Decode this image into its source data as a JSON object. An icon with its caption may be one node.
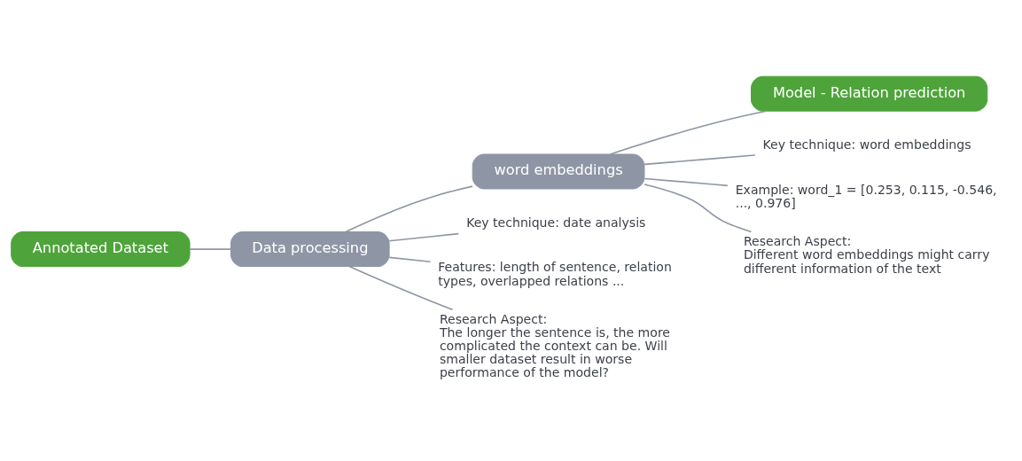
{
  "diagram": {
    "nodes": [
      {
        "text": [
          "Annotated Dataset"
        ]
      },
      {
        "text": [
          "Data processing"
        ]
      },
      {
        "text": [
          "word embeddings"
        ]
      },
      {
        "text": [
          "Model - Relation prediction"
        ]
      },
      {
        "text": [
          "Key technique: date analysis"
        ]
      },
      {
        "text": [
          "Features: length of sentence, relation types, overlapped relations ..."
        ]
      },
      {
        "text": [
          "Research Aspect:",
          "The longer the sentence is, the more complicated the context can be. Will smaller dataset result in worse performance of the model?"
        ]
      },
      {
        "text": [
          "Key technique: word embeddings"
        ]
      },
      {
        "text": [
          "Example: word_1 = [0.253, 0.115, -0.546, ..., 0.976]"
        ]
      },
      {
        "text": [
          "Research Aspect:",
          "Different word embeddings might carry different information of the text"
        ]
      }
    ],
    "edges": [
      {
        "from": 0,
        "to": 1,
        "arrow": "none"
      },
      {
        "from": 1,
        "to": 2,
        "arrow": "none"
      },
      {
        "from": 2,
        "to": 3,
        "arrow": "none"
      },
      {
        "from": 1,
        "to": 4,
        "arrow": "none"
      },
      {
        "from": 1,
        "to": 5,
        "arrow": "none"
      },
      {
        "from": 1,
        "to": 6,
        "arrow": "none"
      },
      {
        "from": 2,
        "to": 7,
        "arrow": "none"
      },
      {
        "from": 2,
        "to": 8,
        "arrow": "none"
      },
      {
        "from": 2,
        "to": 9,
        "arrow": "none"
      }
    ]
  }
}
